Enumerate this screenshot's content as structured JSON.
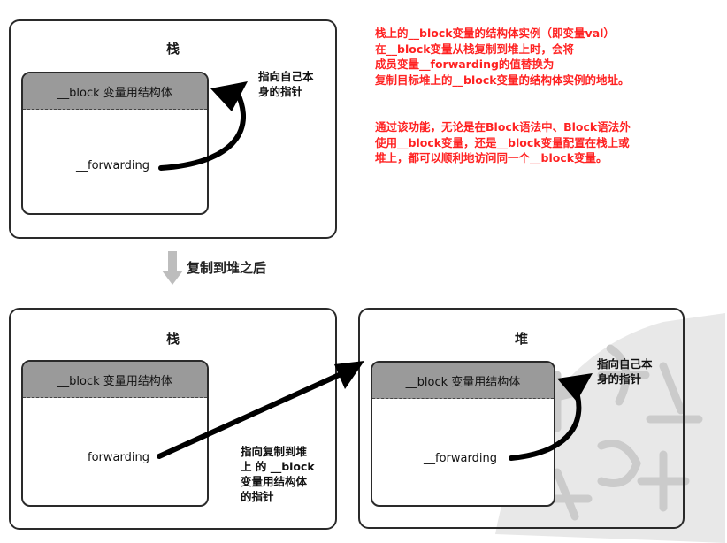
{
  "top_panel": {
    "title": "栈",
    "struct_header": "__block 变量用结构体",
    "field": "__forwarding",
    "note_lines": [
      "指向自己本",
      "身的指针"
    ]
  },
  "copy_label": "复制到堆之后",
  "bottom_left_panel": {
    "title": "栈",
    "struct_header": "__block 变量用结构体",
    "field": "__forwarding",
    "note_lines": [
      "指向复制到堆",
      "上 的 __block",
      "变量用结构体",
      "的指针"
    ]
  },
  "bottom_right_panel": {
    "title": "堆",
    "struct_header": "__block 变量用结构体",
    "field": "__forwarding",
    "note_lines": [
      "指向自己本",
      "身的指针"
    ]
  },
  "annotation_1": [
    "栈上的__block变量的结构体实例（即变量val）",
    "在__block变量从栈复制到堆上时，会将",
    "成员变量__forwarding的值替换为",
    "复制目标堆上的__block变量的结构体实例的地址。"
  ],
  "annotation_2": [
    "通过该功能，无论是在Block语法中、Block语法外",
    "使用__block变量，还是__block变量配置在栈上或",
    "堆上，都可以顺利地访问同一个__block变量。"
  ],
  "colors": {
    "annotation": "#ff2222",
    "struct_header_fill": "#9a9a9a",
    "arrow": "#000000",
    "copy_arrow": "#b5b5b5"
  }
}
